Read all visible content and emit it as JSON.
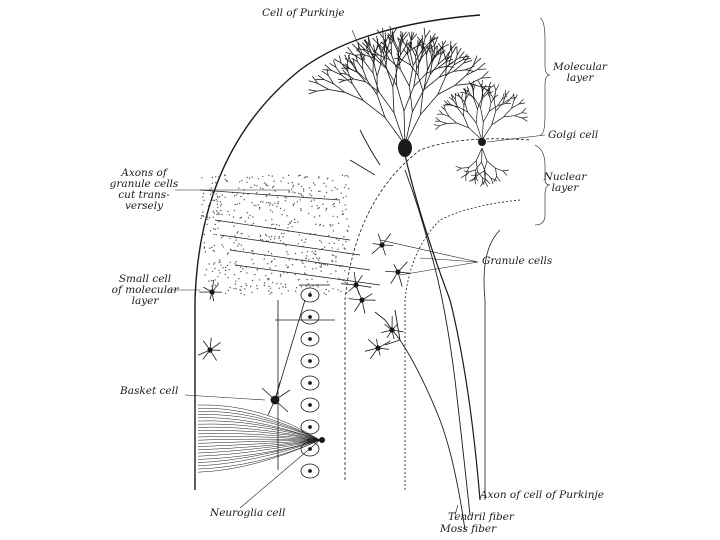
{
  "labels": {
    "purkinje_cell": "Cell of Purkinje",
    "molecular_layer": "Molecular\nlayer",
    "golgi_cell": "Golgi cell",
    "nuclear_layer": "Nuclear\nlayer",
    "axons_granule": "Axons of\ngranule cells\ncut trans-\nversely",
    "granule_cells": "Granule cells",
    "small_cell": "Small cell\nof molecular\nlayer",
    "basket_cell": "Basket cell",
    "neuroglia_cell": "Neuroglia cell",
    "purkinje_axon": "Axon of cell of Purkinje",
    "tendril_fiber": "Tendril fiber",
    "moss_fiber": "Moss fiber"
  },
  "colors": {
    "ink": "#1a1a1a",
    "background": "#ffffff",
    "stipple": "#555555"
  }
}
